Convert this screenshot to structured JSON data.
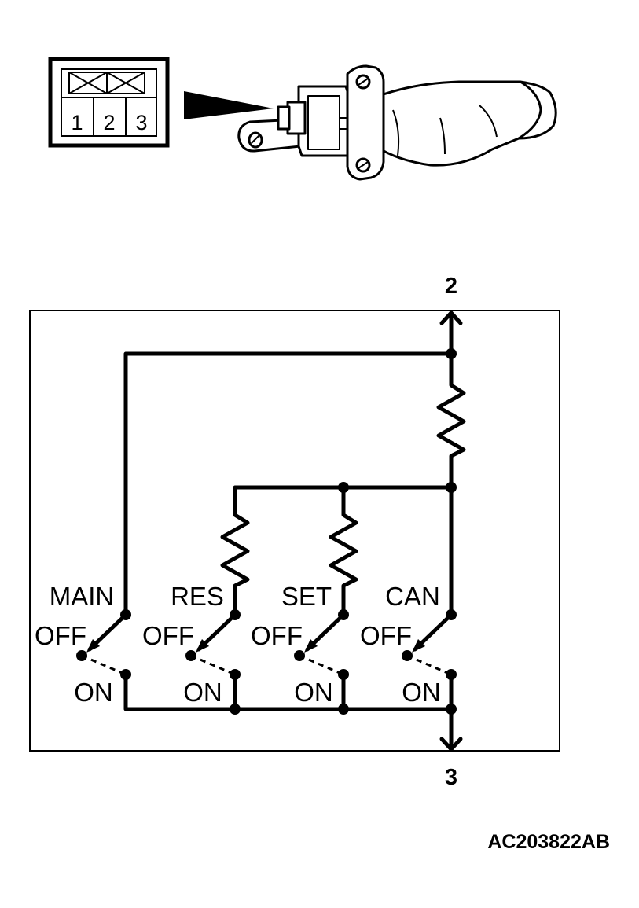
{
  "connector": {
    "pins": [
      "1",
      "2",
      "3"
    ]
  },
  "terminals": {
    "top": "2",
    "bottom": "3"
  },
  "switches": [
    {
      "name": "MAIN",
      "off": "OFF",
      "on": "ON"
    },
    {
      "name": "RES",
      "off": "OFF",
      "on": "ON"
    },
    {
      "name": "SET",
      "off": "OFF",
      "on": "ON"
    },
    {
      "name": "CAN",
      "off": "OFF",
      "on": "ON"
    }
  ],
  "figure_code": "AC203822AB"
}
